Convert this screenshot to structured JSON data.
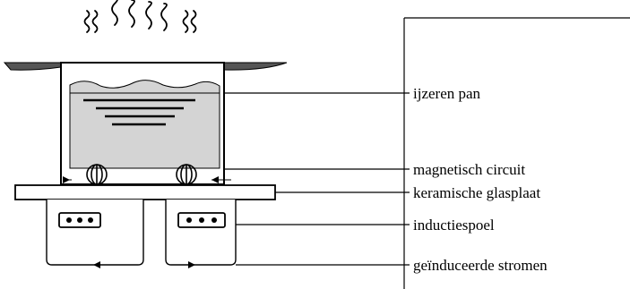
{
  "labels": {
    "pan": "ijzeren pan",
    "circuit": "magnetisch circuit",
    "glass": "keramische glasplaat",
    "coil": "inductiespoel",
    "currents": "geïnduceerde stromen"
  },
  "colors": {
    "line": "#000000",
    "liquid": "#d4d4d4",
    "cooktop": "#555555",
    "background": "#ffffff"
  }
}
